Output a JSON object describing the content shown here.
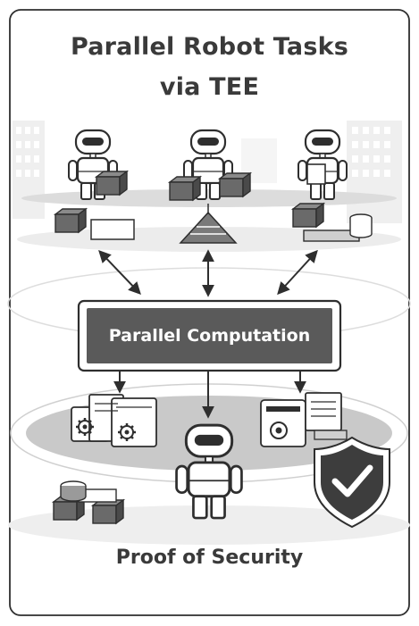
{
  "title": {
    "line1": "Parallel Robot Tasks",
    "line2": "via TEE"
  },
  "center_box": {
    "label": "Parallel Computation"
  },
  "footer": {
    "label": "Proof of Security"
  },
  "colors": {
    "ink": "#3a3a3a",
    "box_fill": "#5a5a5a",
    "shield": "#3d3d3d"
  },
  "icons": [
    "robot-icon",
    "box-icon",
    "gear-icon",
    "shield-check-icon",
    "arrow-icon"
  ]
}
